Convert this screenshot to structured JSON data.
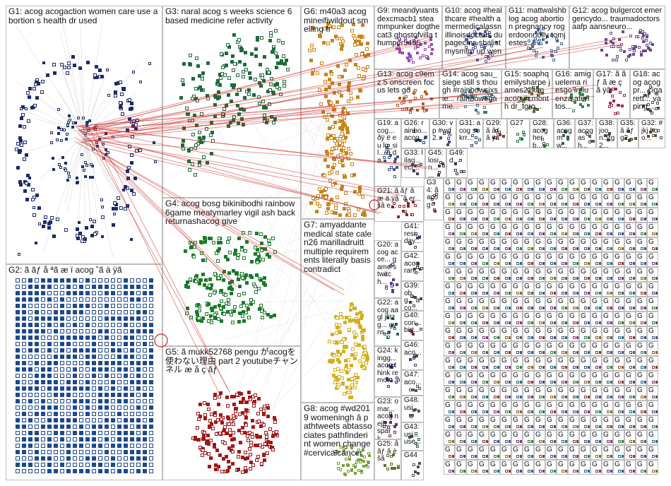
{
  "groups": [
    {
      "id": "G1",
      "label": "G1: acog acogaction women care use abortion s health dr used",
      "color": "#1b2a6b"
    },
    {
      "id": "G2",
      "label": "G2: ã ãƒ å ªã æ ï acog ˆã ä ÿã",
      "color": "#1e4a8a"
    },
    {
      "id": "G3",
      "label": "G3: naral acog s weeks science 6 based medicine refer activity",
      "color": "#1e6b3a"
    },
    {
      "id": "G4",
      "label": "G4: acog bosg bikinibodhi rainbow6game meatymarley vigil ash back returnashacog give",
      "color": "#1a7a2a"
    },
    {
      "id": "G5",
      "label": "G5: ã mukk52768 pengu がacogを使わない理由 part 2 youtubeチャンネル æ å ç ãƒ",
      "color": "#a01818"
    },
    {
      "id": "G6",
      "label": "G6: m40a3 acog mineifiwildout smelling fr",
      "color": "#c8841a"
    },
    {
      "id": "G7",
      "label": "G7: amyaddante medical state calen26 marilladruitt multiple requirements literally basis contradict",
      "color": "#d4b020"
    },
    {
      "id": "G8",
      "label": "G8: acog #wd2019 womeningh â pathtweets abtassociates pathfinderint women change #cervicalcancer",
      "color": "#7aa040"
    },
    {
      "id": "G9",
      "label": "G9: meandyuants dexcmacb1 steammpunker dogthecat3 ghostofvilla thumper5465",
      "color": "#9a4ab0"
    },
    {
      "id": "G10",
      "label": "G10: acog #healthcare #health amermedicalassn illinoisdoctors dupagecms sbalist mysmfm up wen",
      "color": "#5a5a9a"
    },
    {
      "id": "G11",
      "label": "G11: mattwalshblog acog abortion pregnancy rogerdoonnolly tomjestes...",
      "color": "#4a6a9a"
    },
    {
      "id": "G12",
      "label": "G12: acog bulgercot emergencydo... traumadoctors aafp aansneuro...",
      "color": "#6a4a8a"
    },
    {
      "id": "G13",
      "label": "G13: acog c9emz 5 onscreen focus lets go",
      "color": "#b05a20"
    },
    {
      "id": "G14",
      "label": "G14: acog sau_siege still s though #rainbowsixsie... rainbow6game...",
      "color": "#3a7a8a"
    },
    {
      "id": "G15",
      "label": "G15: soaphq emilysharpe james22kim acog #cmonth dr_tgro...",
      "color": "#5a6a3a"
    },
    {
      "id": "G16",
      "label": "G16: amiguelema riesgo influenza atentos...",
      "color": "#2a8a4a"
    },
    {
      "id": "G17",
      "label": "G17: ã ãƒ ã æ ç ã ÿã",
      "color": "#a02a4a"
    },
    {
      "id": "G18",
      "label": "G18: acog acogpr... cigarett... vaping...",
      "color": "#4a4a4a"
    },
    {
      "id": "G19",
      "label": "G19: acog... ðÿ ë eu lg_sil... ã da...",
      "color": "#3a5a8a"
    },
    {
      "id": "G20",
      "label": "G20: acog acce... game s twitch...",
      "color": "#5a3a8a"
    },
    {
      "id": "G21",
      "label": "G21: ã ãƒ ã æ ä ÿã ˆã er... šã e...",
      "color": "#8a2a2a"
    },
    {
      "id": "G22",
      "label": "G22: acog aagl jfitzg... gyns...",
      "color": "#2a6a6a"
    },
    {
      "id": "G23",
      "label": "G23: omar... acog nejlz... spark...",
      "color": "#6a2a6a"
    },
    {
      "id": "G24",
      "label": "G24: kingg... acog think remo...",
      "color": "#3a3a6a"
    },
    {
      "id": "G25",
      "label": "G25: ã ãƒ ã è šã",
      "color": "#6a6a2a"
    },
    {
      "id": "G26",
      "label": "G26: rainbo... acog...",
      "color": "#2a4a7a"
    },
    {
      "id": "G27",
      "label": "G27",
      "color": "#2a7a3a"
    },
    {
      "id": "G28",
      "label": "G28: acog herb...",
      "color": "#3a6a3a"
    },
    {
      "id": "G29",
      "label": "G29: ã ãƒ ã ÿã",
      "color": "#7a3a3a"
    },
    {
      "id": "G30",
      "label": "G30: vp #wd2...",
      "color": "#4a4a7a"
    },
    {
      "id": "G31",
      "label": "G31: acog sokrr...",
      "color": "#3a4a6a"
    },
    {
      "id": "G32",
      "label": "G32: #jkj hoo...",
      "color": "#5a4a3a"
    },
    {
      "id": "G33",
      "label": "G33: lilag... ect...",
      "color": "#4a3a5a"
    },
    {
      "id": "G34",
      "label": "G34: ã acog",
      "color": "#6a3a3a"
    },
    {
      "id": "G35",
      "label": "G35: ã ãƒ g2...",
      "color": "#4a5a3a"
    },
    {
      "id": "G36",
      "label": "G36: acog mw...",
      "color": "#3a5a5a"
    },
    {
      "id": "G37",
      "label": "G37: acog ash...",
      "color": "#5a5a5a"
    },
    {
      "id": "G38",
      "label": "G38: joon... g2...",
      "color": "#4a3a4a"
    },
    {
      "id": "G39",
      "label": "G39: obg... aco...",
      "color": "#3a4a3a"
    },
    {
      "id": "G40",
      "label": "G40: con... birt...",
      "color": "#5a3a4a"
    },
    {
      "id": "G41",
      "label": "G41: resi... day...",
      "color": "#3a3a5a"
    },
    {
      "id": "G42",
      "label": "G42: acog ran...",
      "color": "#4a4a3a"
    },
    {
      "id": "G43",
      "label": "G43: usi... use...",
      "color": "#3a5a4a"
    },
    {
      "id": "G44",
      "label": "G44",
      "color": "#5a4a4a"
    },
    {
      "id": "G45",
      "label": "G45: losin... ...",
      "color": "#4a3a3a"
    },
    {
      "id": "G46",
      "label": "G46: aco...",
      "color": "#3a4a5a"
    },
    {
      "id": "G47",
      "label": "G47: aco...",
      "color": "#4a5a5a"
    },
    {
      "id": "G48",
      "label": "G48: usi...",
      "color": "#5a5a4a"
    },
    {
      "id": "G49",
      "label": "G49: d...",
      "color": "#3a3a4a"
    }
  ],
  "labels_extra": {
    "g5_text": "G5",
    "g6_text": "G6",
    "g7_text": "G7",
    "g8_text": "G8",
    "g9_text": "G9",
    "g_text": "G"
  }
}
